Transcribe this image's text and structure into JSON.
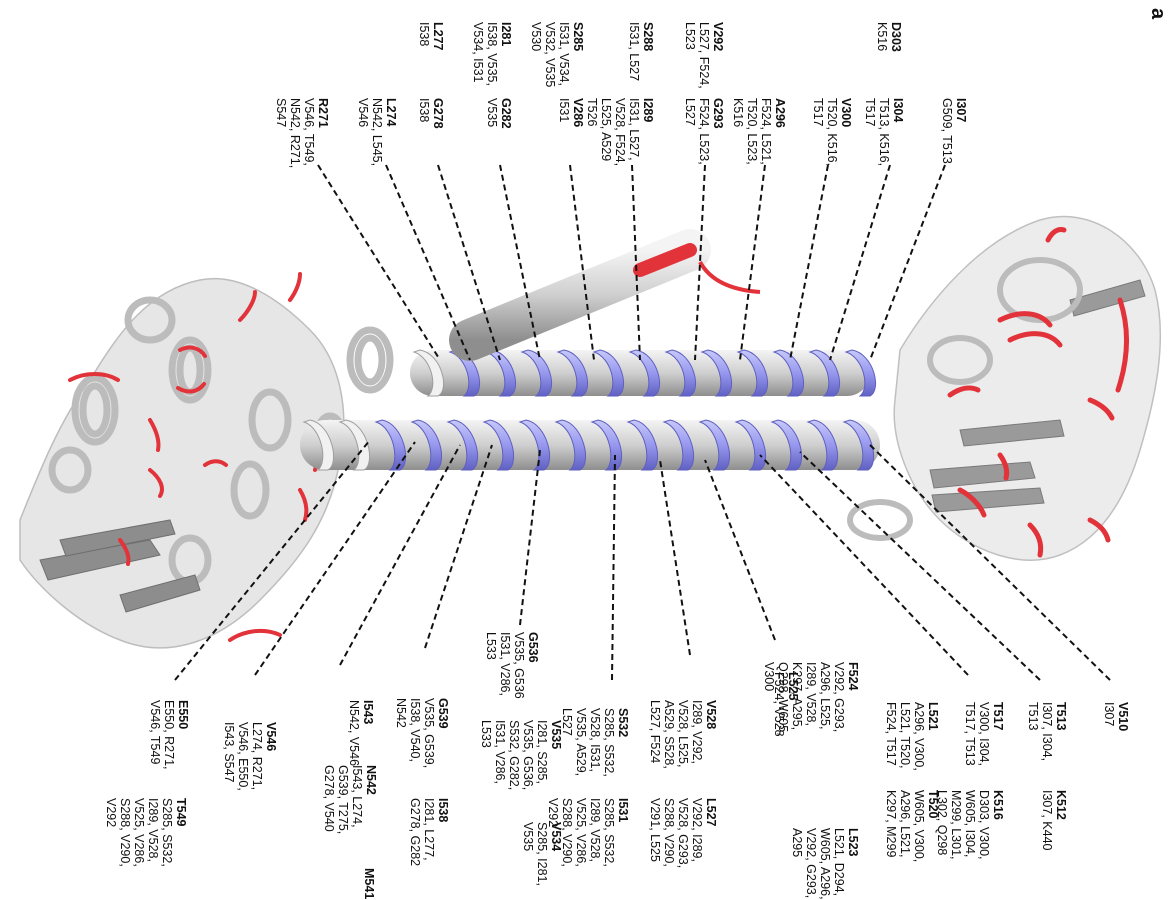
{
  "panel_letter": "a",
  "top_labels": [
    {
      "id": "R271",
      "res": "R271",
      "lines": [
        "V546, T549,",
        "N542, R271,",
        "S547"
      ]
    },
    {
      "id": "L274",
      "res": "L274",
      "lines": [
        "N542, L545,",
        "V546"
      ]
    },
    {
      "id": "L277",
      "res": "L277",
      "lines": [
        "I538"
      ]
    },
    {
      "id": "G278",
      "res": "G278",
      "lines": [
        "I538"
      ]
    },
    {
      "id": "I281",
      "res": "I281",
      "lines": [
        "I538, V535,",
        "V534, I531"
      ]
    },
    {
      "id": "G282",
      "res": "G282",
      "lines": [
        "V535"
      ]
    },
    {
      "id": "S285",
      "res": "S285",
      "lines": [
        "I531, V534,",
        "V532, V535",
        "V530"
      ]
    },
    {
      "id": "V286",
      "res": "V286",
      "lines": [
        "I531"
      ]
    },
    {
      "id": "S288",
      "res": "S288",
      "lines": [
        "I531, L527"
      ]
    },
    {
      "id": "I289",
      "res": "I289",
      "lines": [
        "I531, L527,",
        "V528, F524,",
        "L525, A529",
        "T526"
      ]
    },
    {
      "id": "V292",
      "res": "V292",
      "lines": [
        "L527, F524,",
        "L523"
      ]
    },
    {
      "id": "G293",
      "res": "G293",
      "lines": [
        "F524, L523,",
        "L527"
      ]
    },
    {
      "id": "A296",
      "res": "A296",
      "lines": [
        "F524, L521,",
        "T520, L523,",
        "K516"
      ]
    },
    {
      "id": "V300",
      "res": "V300",
      "lines": [
        "T520, K516,",
        "T517"
      ]
    },
    {
      "id": "D303",
      "res": "D303",
      "lines": [
        "K516"
      ]
    },
    {
      "id": "I304",
      "res": "I304",
      "lines": [
        "T513, K516,",
        "T517"
      ]
    },
    {
      "id": "I307",
      "res": "I307",
      "lines": [
        "G509, T513"
      ]
    }
  ],
  "bottom_labels": [
    {
      "id": "E550",
      "res": "E550",
      "lines": [
        "E550, R271,",
        "V546, T549"
      ]
    },
    {
      "id": "T549",
      "res": "T549",
      "lines": [
        "S285, S532,",
        "I289, V528,",
        "V525, V286,",
        "S288, V290,",
        "V292"
      ]
    },
    {
      "id": "V546",
      "res": "V546",
      "lines": [
        "L274, R271,",
        "V546, E550,",
        "I543, S547"
      ]
    },
    {
      "id": "I543",
      "res": "I543",
      "lines": [
        "N542, V546"
      ]
    },
    {
      "id": "N542",
      "res": "N542",
      "lines": [
        "I543, L274,",
        "G539, T275,",
        "G278, V540"
      ]
    },
    {
      "id": "M541",
      "res": "M541",
      "lines": []
    },
    {
      "id": "G539",
      "res": "G539",
      "lines": [
        "V535, G539,",
        "I538, V540,",
        "N542"
      ]
    },
    {
      "id": "I538",
      "res": "I538",
      "lines": [
        "I281, L277,",
        "G278, G282"
      ]
    },
    {
      "id": "G536",
      "res": "G536",
      "lines": [
        "V535, G536",
        "I531, V286,",
        "L533"
      ]
    },
    {
      "id": "V535",
      "res": "V535",
      "lines": [
        "I281, S285,",
        "V535, G536,",
        "S532, G282,",
        "I531, V286,",
        "L533"
      ]
    },
    {
      "id": "V534",
      "res": "V534",
      "lines": [
        "S285, I281,",
        "V535"
      ]
    },
    {
      "id": "S532",
      "res": "S532",
      "lines": [
        "S285, S532,",
        "V528, I531,",
        "V535, A529,",
        "L527"
      ]
    },
    {
      "id": "I531",
      "res": "I531",
      "lines": [
        "S285, S532,",
        "I289, V528,",
        "V525, V286,",
        "S288, V290,",
        "V292"
      ]
    },
    {
      "id": "V528",
      "res": "V528",
      "lines": [
        "I289, V292,",
        "V528, L525,",
        "A529, S528,",
        "L527, F524"
      ]
    },
    {
      "id": "L527",
      "res": "L527",
      "lines": [
        "V292, I289,",
        "V528, G293,",
        "S288, V290,",
        "V291, L525"
      ]
    },
    {
      "id": "L525",
      "res": "L525",
      "lines": [
        "F524, V528"
      ]
    },
    {
      "id": "F524",
      "res": "F524",
      "lines": [
        "V292, G293,",
        "A296, L525,",
        "I289, V528,",
        "K297, A295,",
        "Q298, W605,",
        "V300"
      ]
    },
    {
      "id": "L523",
      "res": "L523",
      "lines": [
        "L521, D294,",
        "W605, A296,",
        "V292, G293,",
        "A295"
      ]
    },
    {
      "id": "L521",
      "res": "L521",
      "lines": [
        "A296, V300,",
        "L521, T520,",
        "F524, T517"
      ]
    },
    {
      "id": "T520",
      "res": "T520",
      "lines": [
        "W605, V300,",
        "A296, L521,",
        "K297, M299"
      ]
    },
    {
      "id": "T517",
      "res": "T517",
      "lines": [
        "V300, I304,",
        "T517, T513"
      ]
    },
    {
      "id": "K516",
      "res": "K516",
      "lines": [
        "D303, V300,",
        "W605, I304,",
        "M299, L301,",
        "L302, Q298"
      ]
    },
    {
      "id": "T513",
      "res": "T513",
      "lines": [
        "I307, I304,",
        "T513"
      ]
    },
    {
      "id": "K512",
      "res": "K512",
      "lines": [
        "I307, K440"
      ]
    },
    {
      "id": "V510",
      "res": "V510",
      "lines": [
        "I307"
      ]
    }
  ],
  "colors": {
    "ribbon": "#d4d4d4",
    "ribbon_dark": "#a9a9a9",
    "helix_highlight": "#9b9cf2",
    "highlight_red": "#e2323a",
    "leader": "#111111"
  }
}
